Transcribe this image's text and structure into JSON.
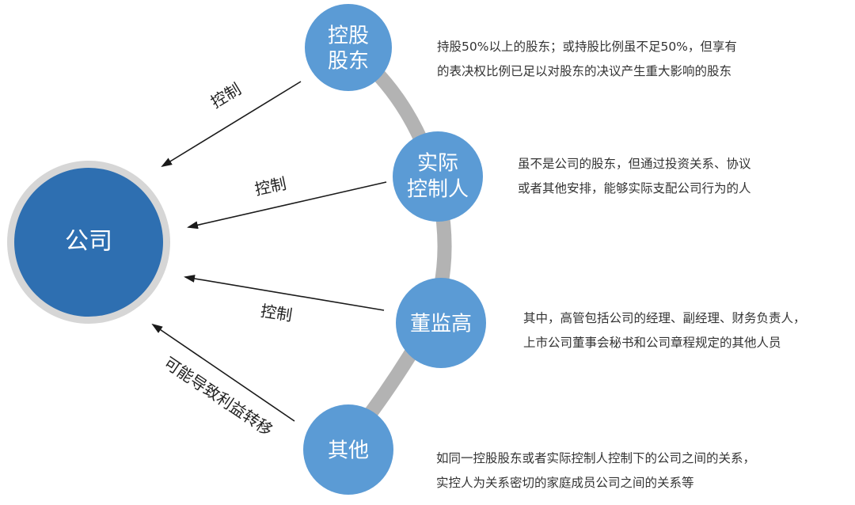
{
  "center": {
    "label": "公司"
  },
  "nodes": [
    {
      "id": "controlling-shareholder",
      "lines": [
        "控股",
        "股东"
      ]
    },
    {
      "id": "actual-controller",
      "lines": [
        "实际",
        "控制人"
      ]
    },
    {
      "id": "directors-supervisors-executives",
      "lines": [
        "董监高"
      ]
    },
    {
      "id": "others",
      "lines": [
        "其他"
      ]
    }
  ],
  "arrows": [
    {
      "label": "控制"
    },
    {
      "label": "控制"
    },
    {
      "label": "控制"
    },
    {
      "label": "可能导致利益转移"
    }
  ],
  "descriptions": [
    {
      "lines": [
        "持股50%以上的股东；或持股比例虽不足50%，但享有",
        "的表决权比例已足以对股东的决议产生重大影响的股东"
      ]
    },
    {
      "lines": [
        "虽不是公司的股东，但通过投资关系、协议",
        "或者其他安排，能够实际支配公司行为的人"
      ]
    },
    {
      "lines": [
        "其中，高管包括公司的经理、副经理、财务负责人，",
        "上市公司董事会秘书和公司章程规定的其他人员"
      ]
    },
    {
      "lines": [
        "如同一控股股东或者实际控制人控制下的公司之间的关系，",
        "实控人为关系密切的家庭成员公司之间的关系等"
      ]
    }
  ],
  "colors": {
    "center_fill": "#2e6fb1",
    "center_ring": "#d6d6d6",
    "node_fill": "#5b9bd5",
    "connector": "#b3b3b3",
    "arrow": "#1a1a1a"
  }
}
